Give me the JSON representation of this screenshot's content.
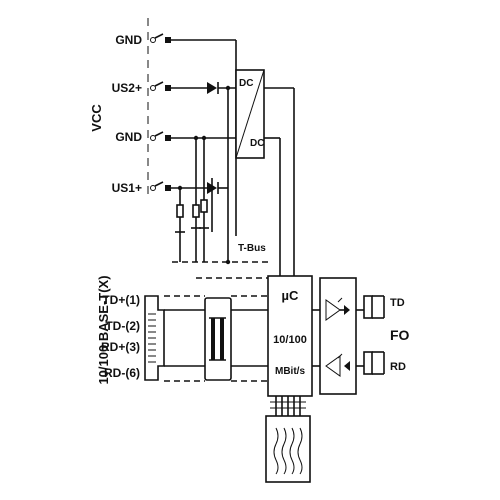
{
  "power": {
    "group_label": "VCC",
    "gnd_top": "GND",
    "us2": "US2+",
    "gnd_mid": "GND",
    "us1": "US1+"
  },
  "converter": {
    "in_label": "DC",
    "out_label": "DC"
  },
  "tbus_label": "T-Bus",
  "ethernet": {
    "group_label": "10/100 BASE-T(X)",
    "pins": [
      "TD+(1)",
      "TD-(2)",
      "RD+(3)",
      "RD-(6)"
    ]
  },
  "micro": {
    "line1": "µC",
    "line2": "10/100",
    "line3": "MBit/s"
  },
  "fiber": {
    "group_label": "FO",
    "td": "TD",
    "rd": "RD"
  }
}
